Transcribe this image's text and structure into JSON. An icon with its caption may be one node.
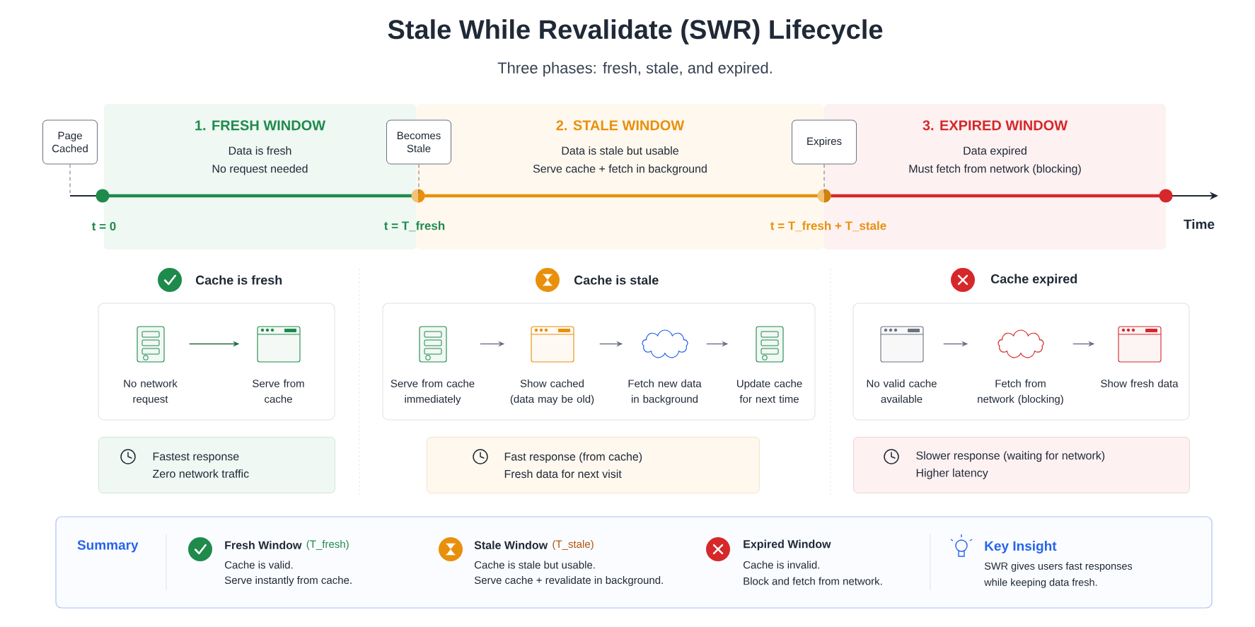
{
  "diagram": {
    "title": "Stale While Revalidate (SWR) Lifecycle",
    "nodes": [
      {
        "text": [
          "1. FRESH WINDOW",
          "Data is fresh",
          "No request needed"
        ]
      },
      {
        "text": [
          "2. STALE WINDOW",
          "Data is stale but usable",
          "Serve cache + fetch in background"
        ]
      },
      {
        "text": [
          "3. EXPIRED WINDOW",
          "Data expired",
          "Must fetch from network (blocking)"
        ]
      },
      {
        "text": [
          "Page Cached"
        ]
      },
      {
        "text": [
          "Becomes Stale"
        ]
      },
      {
        "text": [
          "Expires"
        ]
      },
      {
        "text": [],
        "shape": "box"
      },
      {
        "text": [
          "No network request"
        ],
        "in": 6
      },
      {
        "text": [
          "Serve from cache"
        ],
        "in": 6
      },
      {
        "text": [],
        "shape": "box"
      },
      {
        "text": [
          "Serve from cache immediately"
        ],
        "in": 9
      },
      {
        "text": [
          "Show cached (data may be old)"
        ],
        "in": 9
      },
      {
        "text": [
          "Fetch new data in background"
        ],
        "in": 9
      },
      {
        "text": [
          "Update cache for next time"
        ],
        "in": 9
      },
      {
        "text": [],
        "shape": "box"
      },
      {
        "text": [
          "No valid cache available"
        ],
        "in": 14
      },
      {
        "text": [
          "Fetch from network (blocking)"
        ],
        "in": 14
      },
      {
        "text": [
          "Show fresh data"
        ],
        "in": 14
      },
      {
        "text": [
          "Fastest response",
          "Zero network traffic"
        ]
      },
      {
        "text": [
          "Fast response (from cache)",
          "Fresh data for next visit"
        ]
      },
      {
        "text": [
          "Slower response (waiting for network)",
          "Higher latency"
        ]
      },
      {
        "text": [
          "Summary"
        ]
      }
    ],
    "edges": [
      {
        "from": 7,
        "to": 8,
        "arrow": "to",
        "color": "#1e6b40"
      },
      {
        "from": 10,
        "to": 11,
        "arrow": "to"
      },
      {
        "from": 11,
        "to": 12,
        "arrow": "to"
      },
      {
        "from": 12,
        "to": 13,
        "arrow": "to"
      },
      {
        "from": 15,
        "to": 16,
        "arrow": "to"
      },
      {
        "from": 16,
        "to": 17,
        "arrow": "to"
      },
      {
        "from": 3,
        "to": null,
        "arrow": "none",
        "style": "dashed"
      },
      {
        "from": 4,
        "to": null,
        "arrow": "none",
        "style": "dashed"
      },
      {
        "from": 5,
        "to": null,
        "arrow": "none",
        "style": "dashed"
      }
    ],
    "labels": [
      "Three phases: fresh, stale, and expired.",
      "t = 0",
      "t = T_fresh",
      "t = T_fresh + T_stale",
      "Time",
      "Cache is fresh",
      "Cache is stale",
      "Cache expired",
      "Fresh Window",
      "(T_fresh)",
      "Cache is valid.",
      "Serve instantly from cache.",
      "Stale Window",
      "(T_stale)",
      "Cache is stale but usable.",
      "Serve cache + revalidate in background.",
      "Expired Window",
      "Cache is invalid.",
      "Block and fetch from network.",
      "Key Insight",
      "SWR gives users fast responses",
      "while keeping data fresh."
    ]
  }
}
